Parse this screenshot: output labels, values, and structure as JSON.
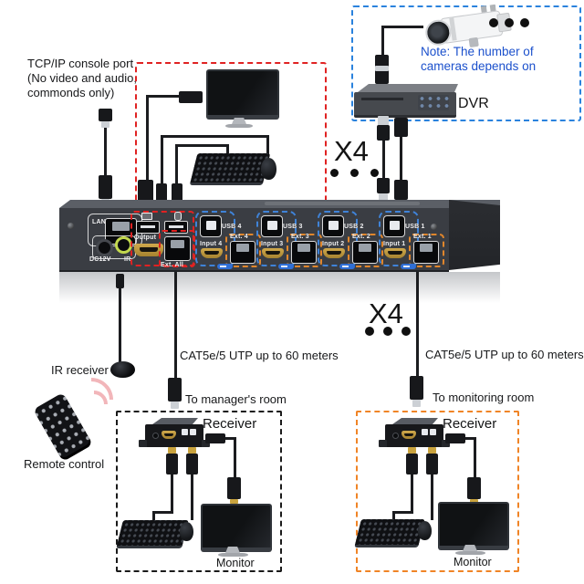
{
  "annotations": {
    "console_port": {
      "line1": "TCP/IP console port",
      "line2": "(No video and audio,",
      "line3": "commonds only)"
    },
    "camera_note": {
      "line1": "Note: The number of",
      "line2": "cameras depends on"
    },
    "dvr_label": "DVR",
    "multiplier_top": "X4",
    "multiplier_bottom": "X4",
    "cat5_left": "CAT5e/5 UTP up to 60 meters",
    "cat5_right": "CAT5e/5 UTP up to 60 meters",
    "manager_room": "To manager's room",
    "monitoring_room": "To monitoring room",
    "ir_receiver": "IR receiver",
    "remote_control": "Remote control"
  },
  "device_panel": {
    "lan_label": "LAN",
    "dc_label": "DC12V",
    "ir_label": "IR",
    "output_label": "Output",
    "ext_all_label": "Ext. All",
    "channels": [
      {
        "usb_label": "USB 4",
        "input_label": "Input 4",
        "ext_label": "Ext. 4"
      },
      {
        "usb_label": "USB 3",
        "input_label": "Input 3",
        "ext_label": "Ext. 3"
      },
      {
        "usb_label": "USB 2",
        "input_label": "Input 2",
        "ext_label": "Ext. 2"
      },
      {
        "usb_label": "USB 1",
        "input_label": "Input 1",
        "ext_label": "Ext. 1"
      }
    ]
  },
  "receiver_boxes": {
    "left": {
      "receiver_label": "Receiver",
      "monitor_label": "Monitor"
    },
    "right": {
      "receiver_label": "Receiver",
      "monitor_label": "Monitor"
    }
  },
  "colors": {
    "console_box_border": "#e02222",
    "dvr_box_border": "#2a82dd",
    "manager_box_border": "#1a1a1a",
    "monitoring_box_border": "#f08426",
    "channel_box_border": "#3f83d8",
    "ext_box_border": "#e0862c",
    "note_text": "#1b50cc"
  }
}
